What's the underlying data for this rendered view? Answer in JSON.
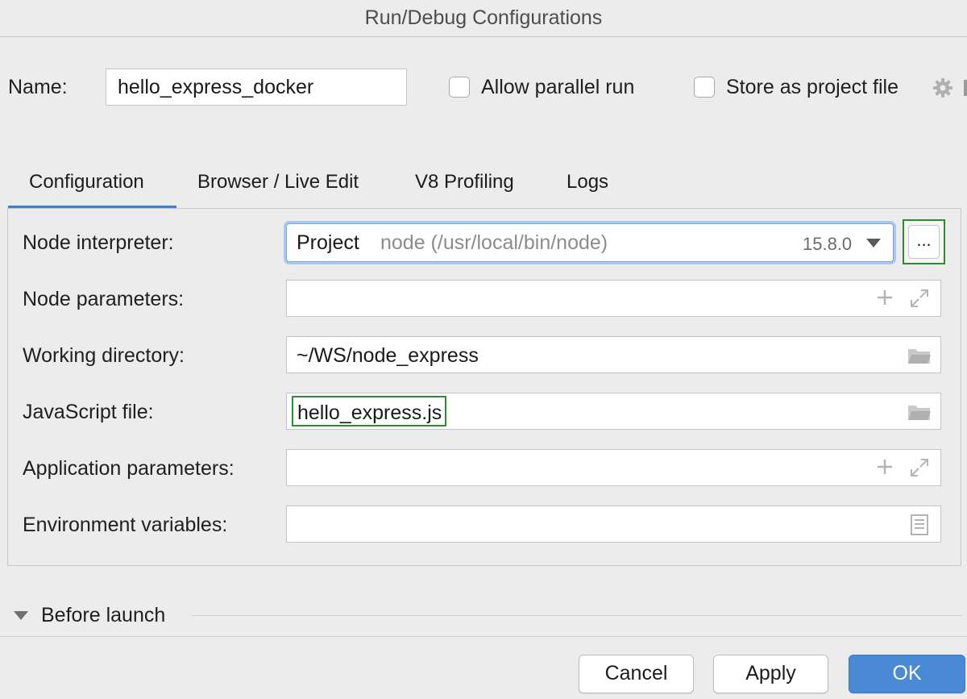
{
  "window": {
    "title": "Run/Debug Configurations"
  },
  "header": {
    "name_label": "Name:",
    "name_value": "hello_express_docker",
    "allow_parallel_label": "Allow parallel run",
    "allow_parallel_checked": false,
    "store_project_label": "Store as project file",
    "store_project_checked": false
  },
  "tabs": [
    {
      "label": "Configuration",
      "active": true
    },
    {
      "label": "Browser / Live Edit",
      "active": false
    },
    {
      "label": "V8 Profiling",
      "active": false
    },
    {
      "label": "Logs",
      "active": false
    }
  ],
  "form": {
    "node_interpreter": {
      "label": "Node interpreter:",
      "prefix": "Project",
      "path": "node (/usr/local/bin/node)",
      "version": "15.8.0",
      "browse_label": "..."
    },
    "node_parameters": {
      "label": "Node parameters:",
      "value": ""
    },
    "working_directory": {
      "label": "Working directory:",
      "value": "~/WS/node_express"
    },
    "javascript_file": {
      "label": "JavaScript file:",
      "value": "hello_express.js"
    },
    "application_parameters": {
      "label": "Application parameters:",
      "value": ""
    },
    "environment_variables": {
      "label": "Environment variables:",
      "value": ""
    }
  },
  "before_launch": {
    "label": "Before launch"
  },
  "footer": {
    "cancel_label": "Cancel",
    "apply_label": "Apply",
    "ok_label": "OK"
  },
  "colors": {
    "accent": "#4a8ad4",
    "tab_underline": "#3d7fcf",
    "highlight_border": "#2e8b2e"
  }
}
